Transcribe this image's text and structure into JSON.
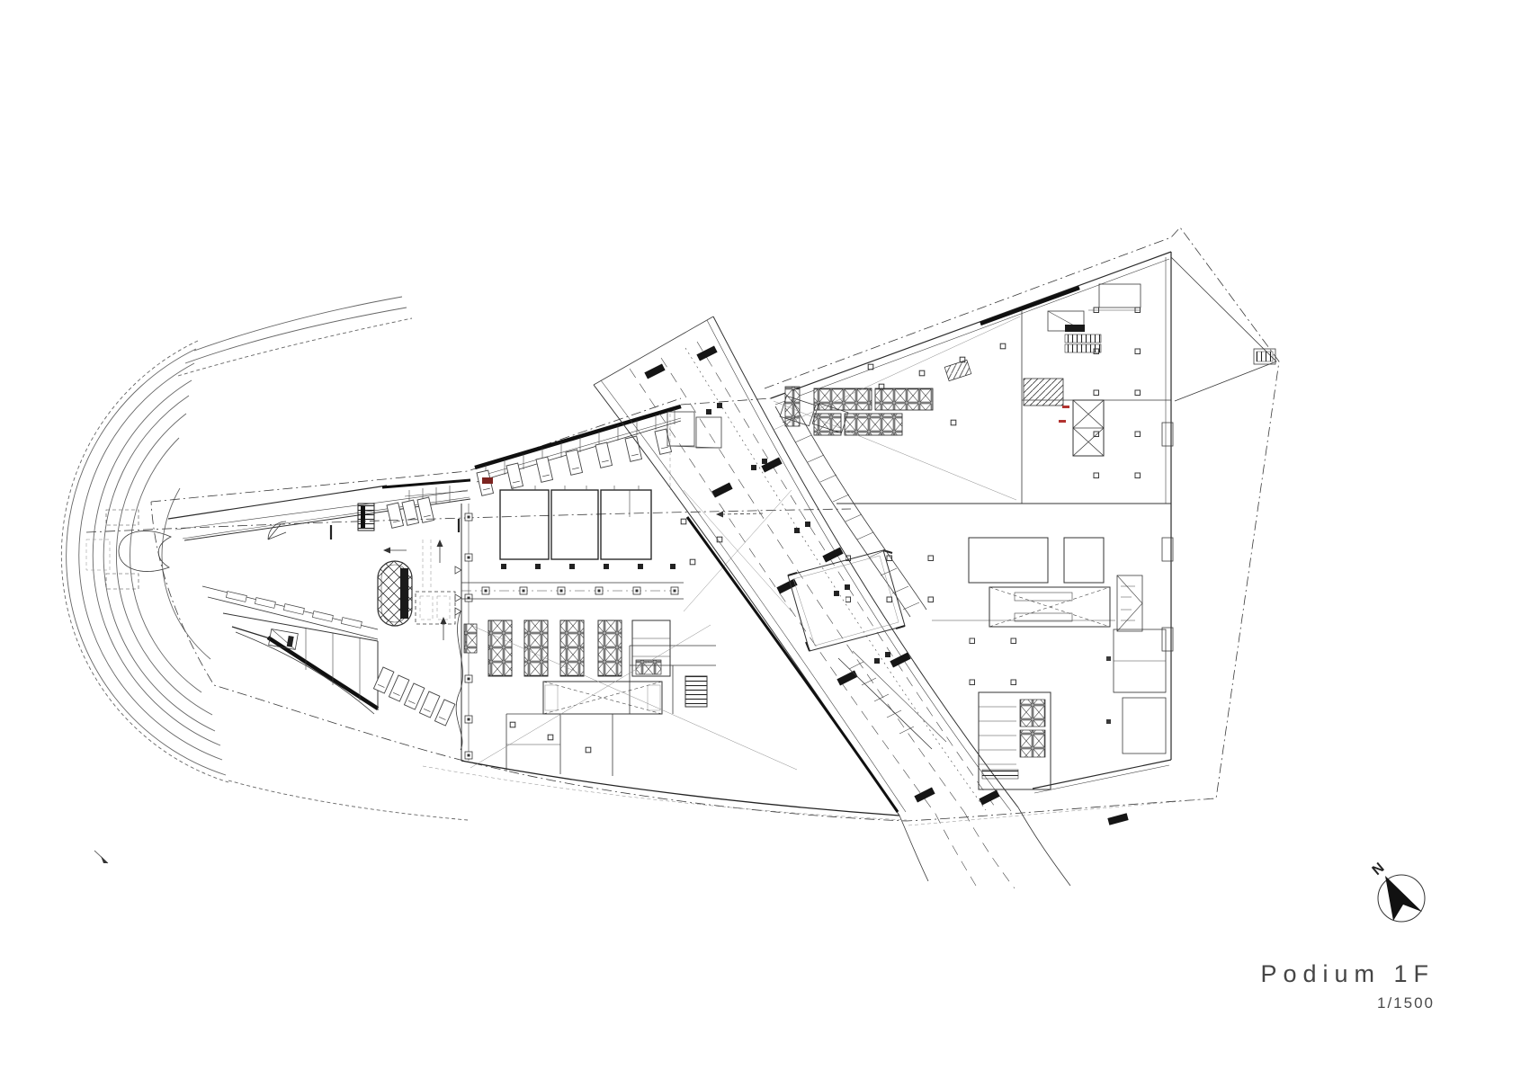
{
  "title_block": {
    "title": "Podium 1F",
    "scale": "1/1500"
  },
  "north_arrow": {
    "label": "N",
    "icon": "compass-north-arrow-icon"
  },
  "colors": {
    "background": "#ffffff",
    "linework": "#333333",
    "heavy_wall": "#101010",
    "light_linework": "#888888",
    "title_text": "#454545",
    "red_accent": "#7c2420"
  }
}
